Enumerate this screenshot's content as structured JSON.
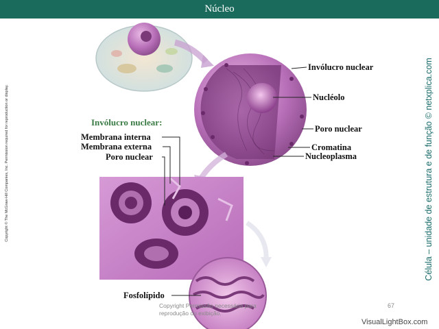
{
  "header": {
    "title": "Núcleo"
  },
  "side_copyright": "Copyright © The McGraw-Hill Companies, Inc. Permission required for reproduction or display.",
  "side_credit": "Célula – unidade de estrutura e de função © netxplica.com",
  "labels": {
    "involucro_nuclear": "Invólucro nuclear",
    "nucleolo": "Nucléolo",
    "poro_nuclear_top": "Poro nuclear",
    "cromatina": "Cromatina",
    "nucleoplasma": "Nucleoplasma",
    "heading_involucro": "Invólucro nuclear:",
    "membrana_interna": "Membrana interna",
    "membrana_externa": "Membrana externa",
    "poro_nuclear_left": "Poro nuclear",
    "fosfolipido": "Fosfolípido"
  },
  "footer": {
    "note": "Copyright Permissão necessária para reprodução ou exibição.",
    "page_number": "67",
    "watermark": "VisualLightBox.com"
  },
  "colors": {
    "title_bar": "#1a6b5c",
    "heading_green": "#3a7a45",
    "credit_teal": "#1a6b6b",
    "nucleus_purple": "#a85ca8",
    "membrane_pink": "#d8a8d0"
  }
}
